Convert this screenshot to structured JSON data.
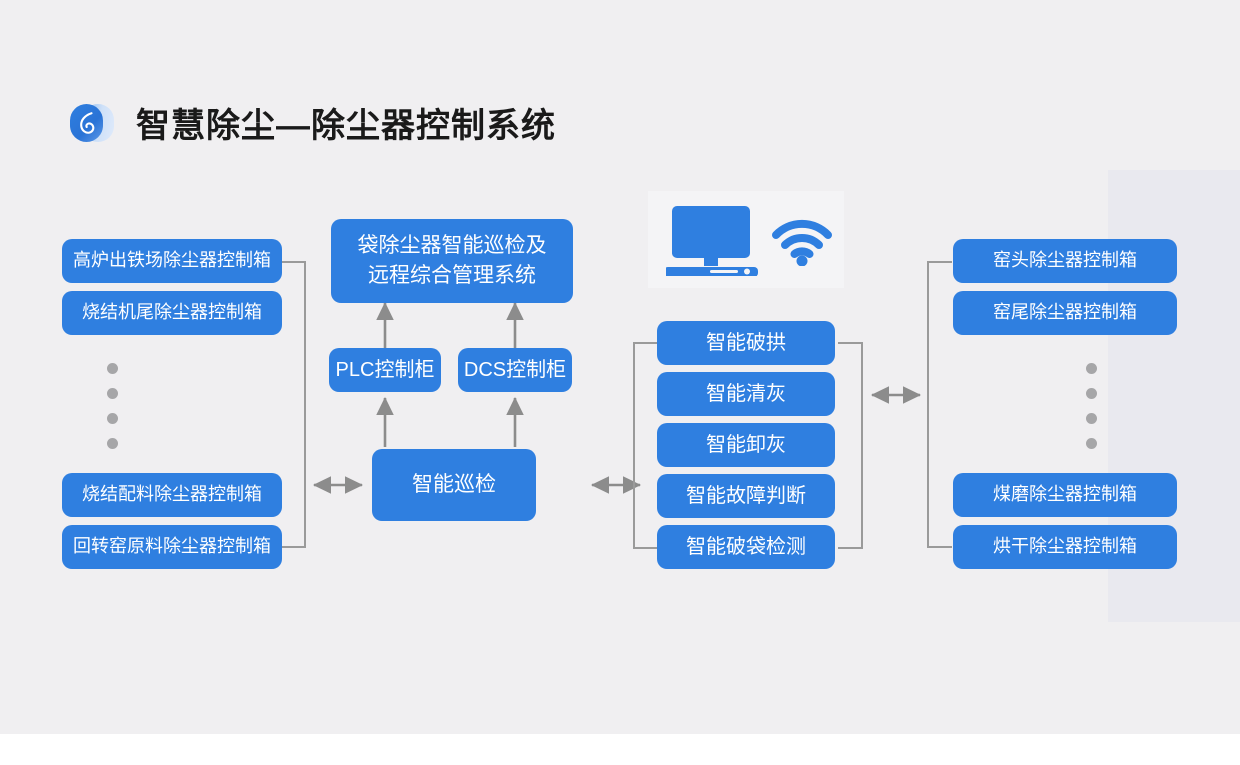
{
  "header": {
    "title": "智慧除尘—除尘器控制系统",
    "logo_icon": "swirl-logo-icon"
  },
  "colors": {
    "canvas_background": "#f0eff1",
    "node_blue": "#2f7fe0",
    "node_text": "#ffffff",
    "connector_gray": "#9a9a9a",
    "arrow_gray": "#8c8c8c",
    "dot_gray": "#a6a6a8",
    "right_panel": "#e9e9ef",
    "device_panel": "#f4f4f6",
    "title_text": "#1a1a1a"
  },
  "device_panel": {
    "monitor_icon": "desktop-computer-icon",
    "wifi_icon": "wifi-signal-icon"
  },
  "left_column": {
    "top_items": [
      {
        "label": "高炉出铁场除尘器控制箱"
      },
      {
        "label": "烧结机尾除尘器控制箱"
      }
    ],
    "ellipsis_dots": 4,
    "bottom_items": [
      {
        "label": "烧结配料除尘器控制箱"
      },
      {
        "label": "回转窑原料除尘器控制箱"
      }
    ]
  },
  "center_column": {
    "system_box": {
      "line1": "袋除尘器智能巡检及",
      "line2": "远程综合管理系统"
    },
    "cabinets": [
      {
        "label": "PLC控制柜"
      },
      {
        "label": "DCS控制柜"
      }
    ],
    "hub": {
      "label": "智能巡检"
    }
  },
  "function_column": {
    "items": [
      {
        "label": "智能破拱"
      },
      {
        "label": "智能清灰"
      },
      {
        "label": "智能卸灰"
      },
      {
        "label": "智能故障判断"
      },
      {
        "label": "智能破袋检测"
      }
    ]
  },
  "right_column": {
    "top_items": [
      {
        "label": "窑头除尘器控制箱"
      },
      {
        "label": "窑尾除尘器控制箱"
      }
    ],
    "ellipsis_dots": 4,
    "bottom_items": [
      {
        "label": "煤磨除尘器控制箱"
      },
      {
        "label": "烘干除尘器控制箱"
      }
    ]
  },
  "connectors": {
    "left_to_hub": "bidirectional-arrow",
    "hub_to_functions": "bidirectional-arrow",
    "functions_to_right": "bidirectional-arrow",
    "hub_to_cabinets": "up-arrow",
    "cabinets_to_system": "up-arrow"
  }
}
